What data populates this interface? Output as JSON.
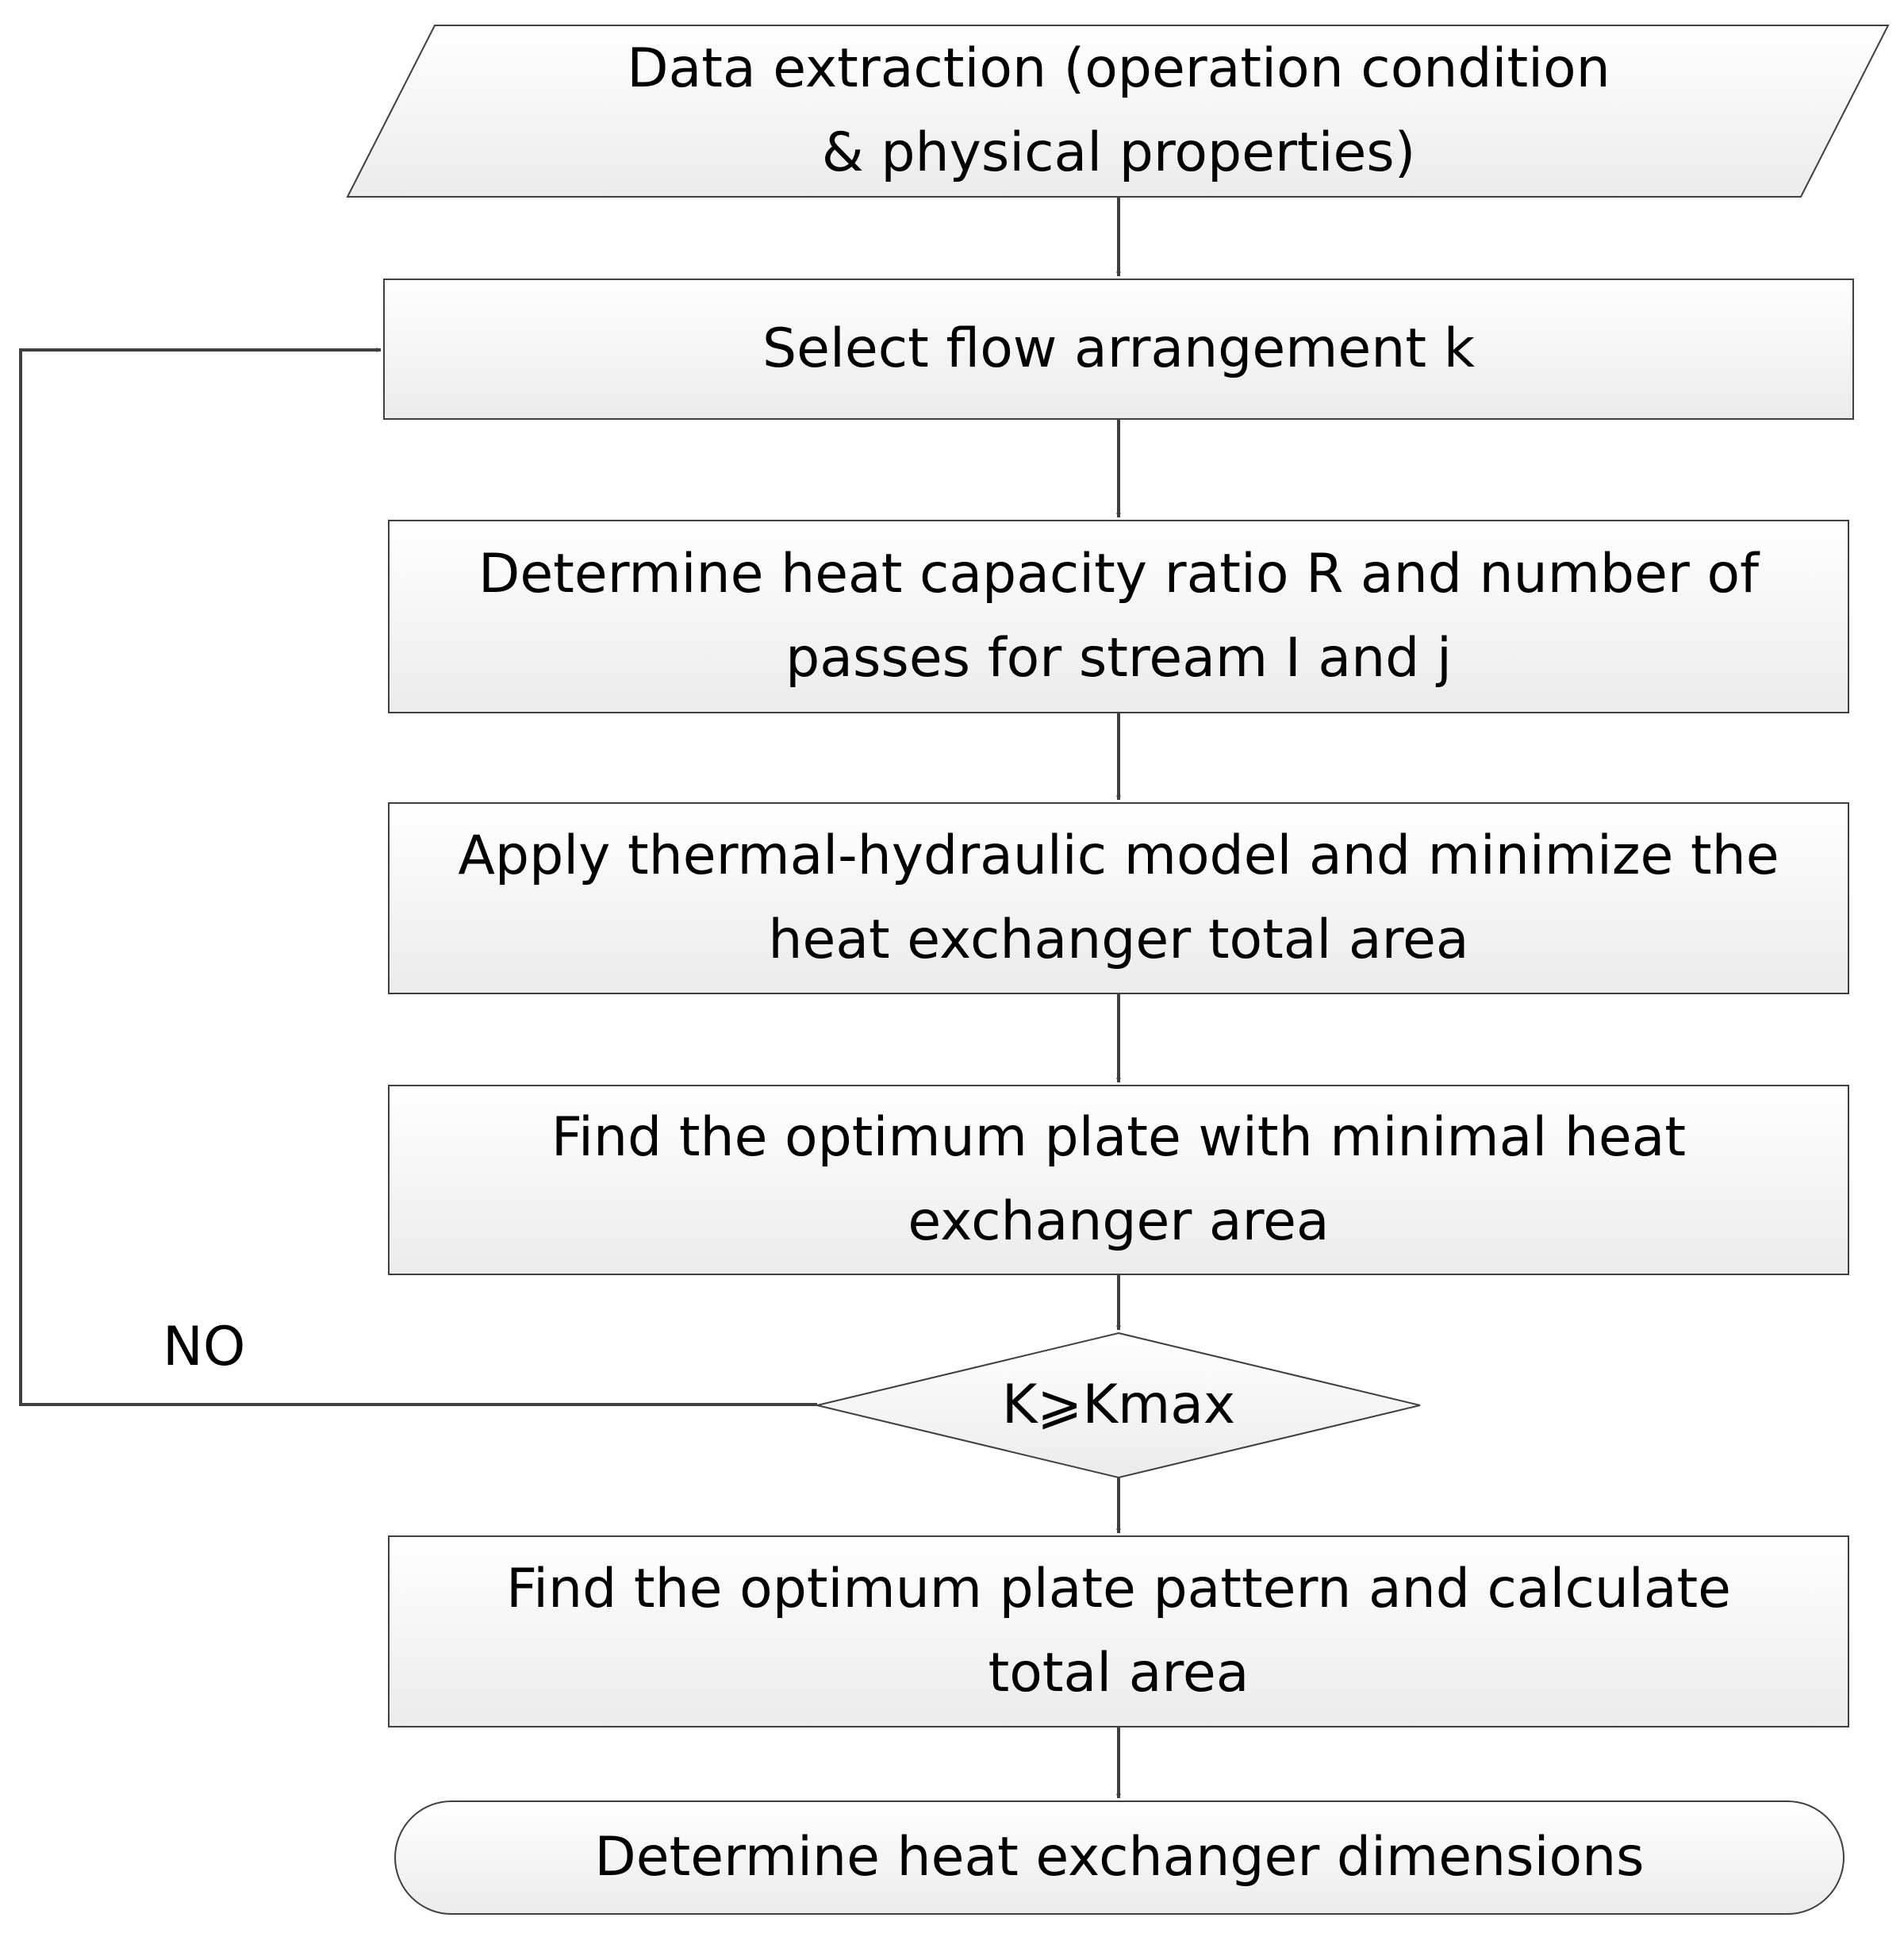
{
  "colors": {
    "node_fill_top": "#ffffff",
    "node_fill_bottom": "#ebebeb",
    "node_stroke": "#3f3f3f",
    "arrow": "#3f3f3f"
  },
  "nodes": {
    "data_extraction": "Data extraction (operation condition & physical properties)",
    "select_flow": "Select flow arrangement k",
    "determine_ratio": "Determine heat capacity ratio R and number of passes for stream I and j",
    "apply_model": "Apply thermal-hydraulic model and minimize the heat exchanger total area",
    "find_plate": "Find the optimum plate with minimal heat exchanger area",
    "decision": "K⩾Kmax",
    "find_pattern": "Find the optimum plate pattern and calculate total area",
    "determine_dims": "Determine heat exchanger dimensions"
  },
  "edges": {
    "no_label": "NO"
  }
}
